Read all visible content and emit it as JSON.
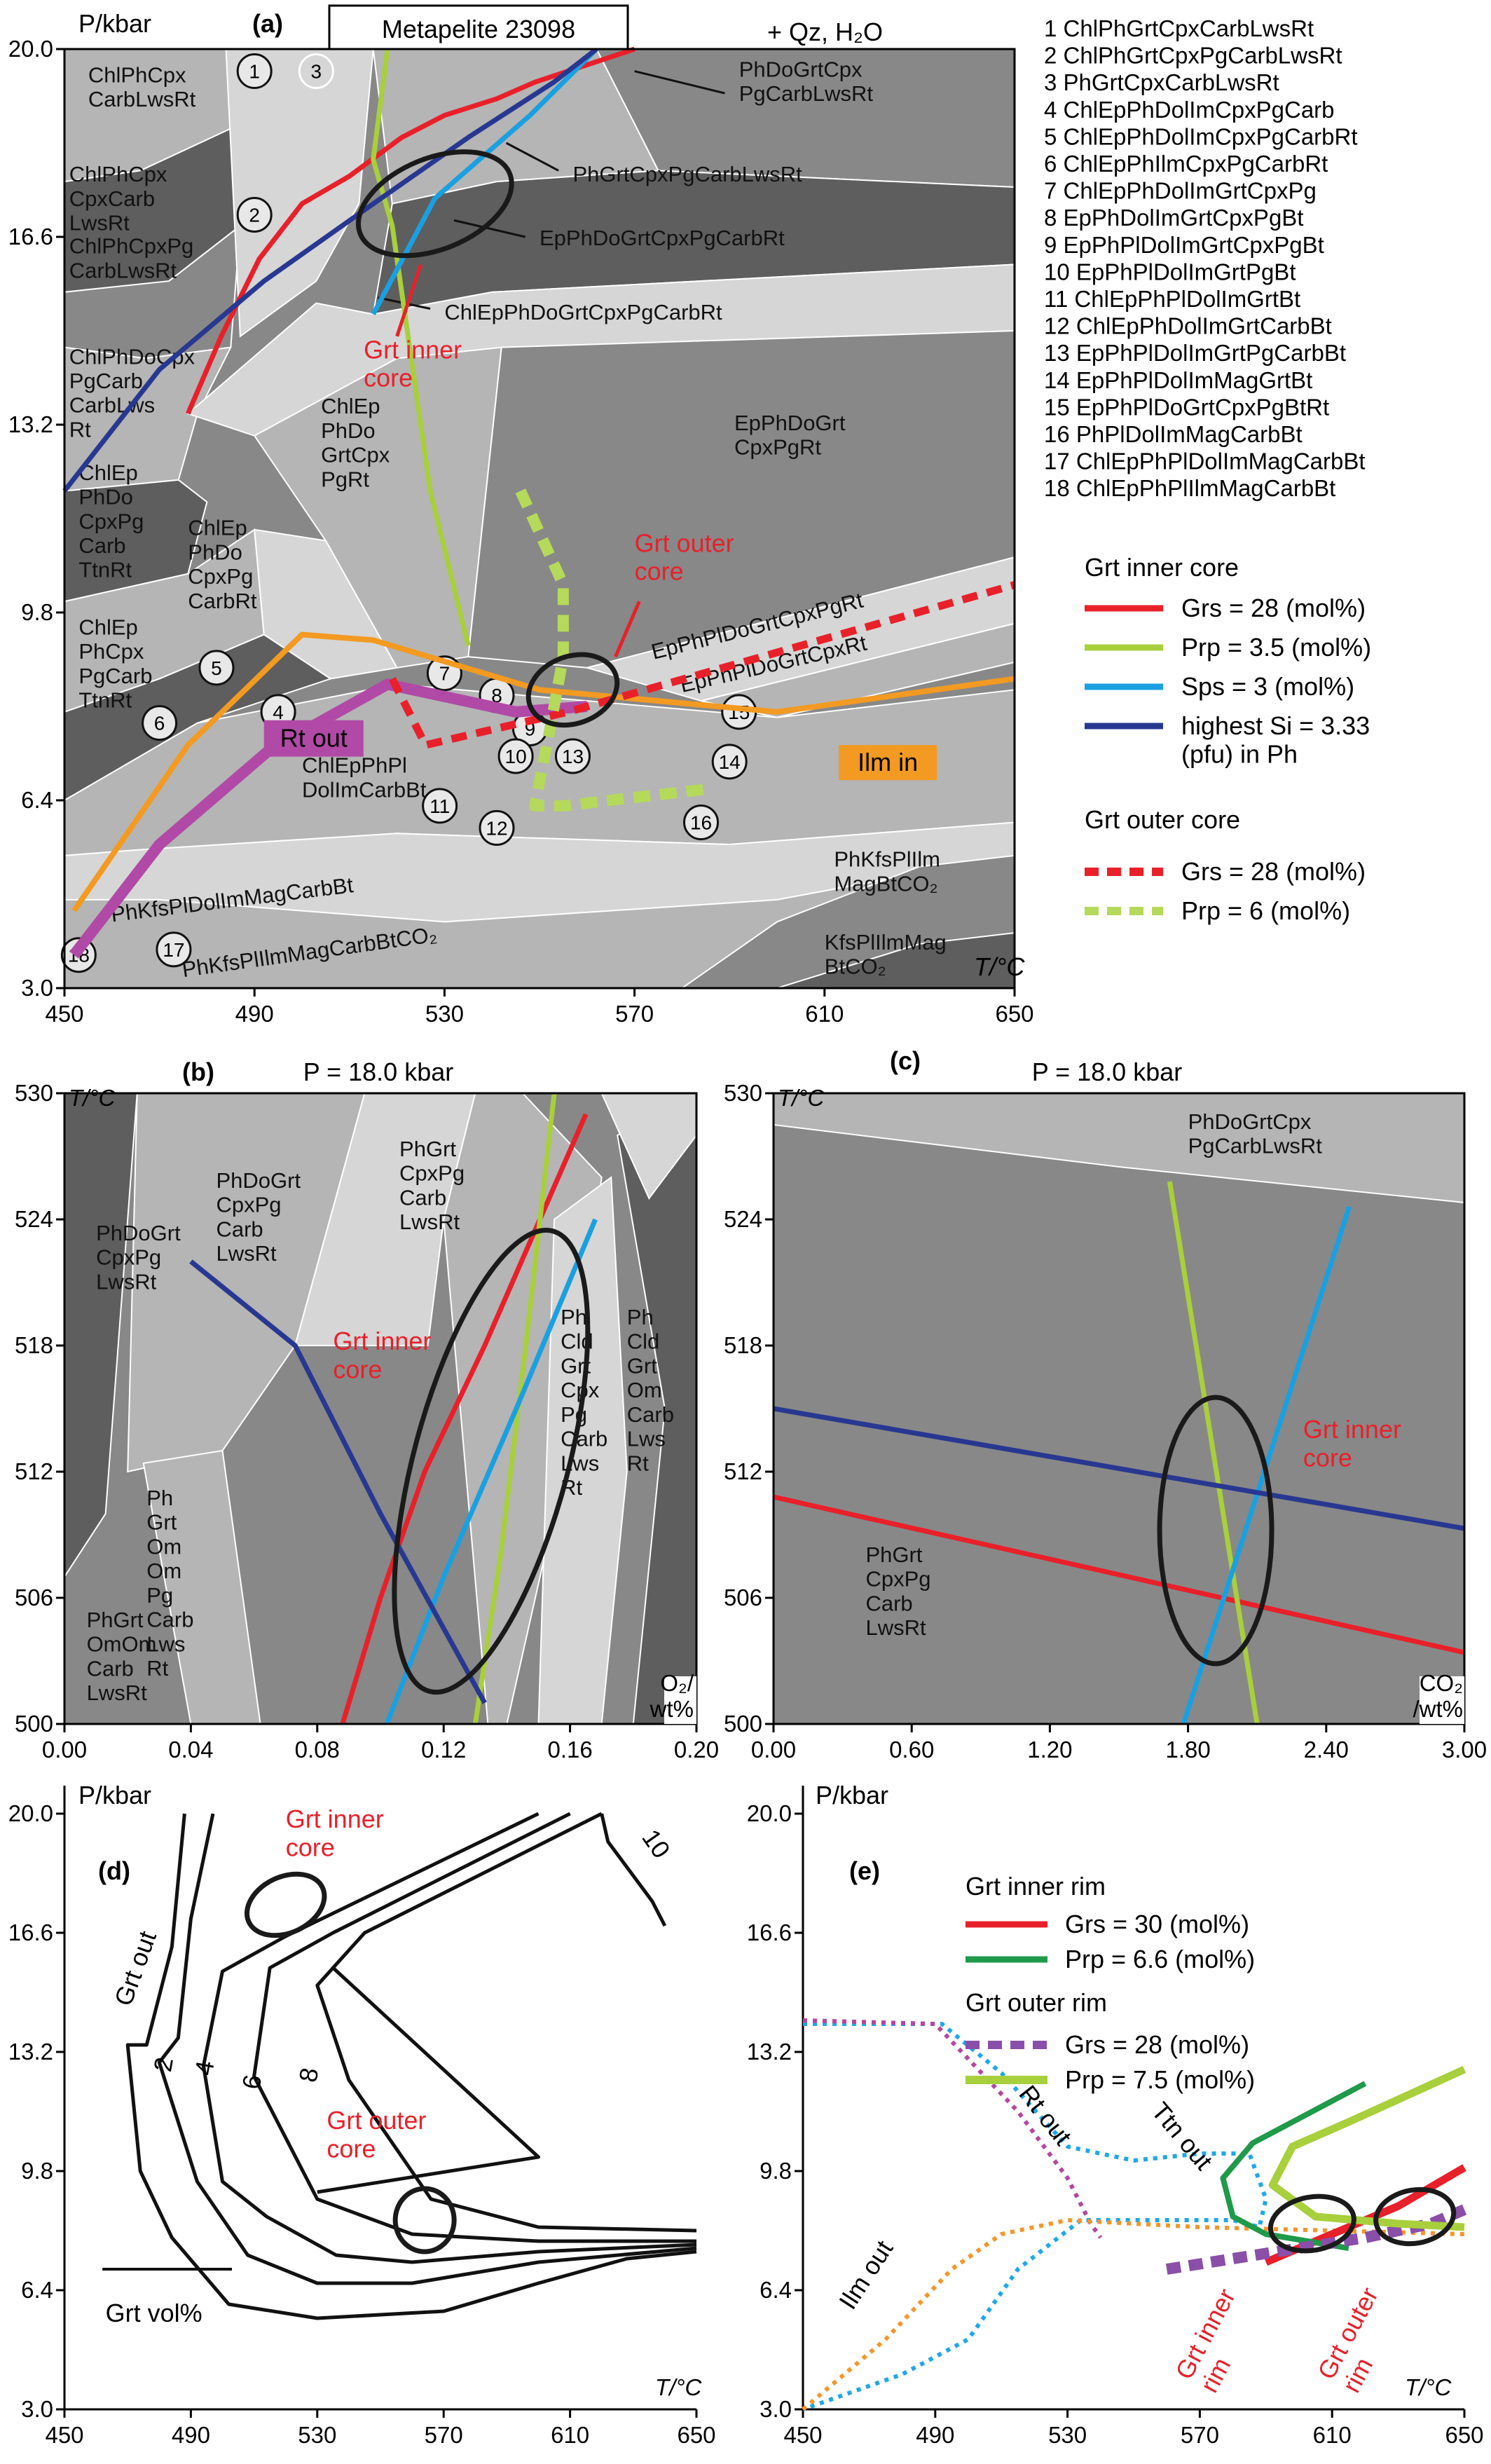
{
  "figure": {
    "panel_a": {
      "letter": "(a)",
      "title": "Metapelite 23098",
      "extra": "+ Qz, H₂O",
      "ylabel": "P/kbar",
      "xlabel": "T/°C",
      "xticks": [
        "450",
        "490",
        "530",
        "570",
        "610",
        "650"
      ],
      "yticks": [
        "3.0",
        "6.4",
        "9.8",
        "13.2",
        "16.6",
        "20.0"
      ],
      "fields": [
        "ChlPhCpx\nCarbLwsRt",
        "ChlPhCpx\nCpxCarb\nLwsRt",
        "ChlPhCpxPg\nCarbLwsRt",
        "ChlPhDoCpx\nPgCarb\nCarbLws\nRt",
        "ChlEp\nPhDo\nGrtCpx\nPgRt",
        "ChlEp\nPhDo\nCpxPg\nCarb\nTtnRt",
        "ChlEp\nPhDo\nCpxPg\nCarbRt",
        "ChlEp\nPhCpx\nPgCarb\nTtnRt",
        "EpPhDoGrt\nCpxPgRt",
        "ChlEpPhPl\nDolImCarbBt",
        "PhKfsPlIlm\nMagBtCO₂",
        "KfsPlIlmMag\nBtCO₂",
        "EpPhPlDoGrtCpxPgRt",
        "EpPhPlDoGrtCpxRt",
        "PhKfsPlDolImMagCarbBt",
        "PhKfsPlIlmMagCarbBtCO₂"
      ],
      "callouts": [
        "PhDoGrtCpx\nPgCarbLwsRt",
        "PhGrtCpxPgCarbLwsRt",
        "EpPhDoGrtCpxPgCarbRt",
        "ChlEpPhDoGrtCpxPgCarbRt"
      ],
      "annotations": {
        "inner": "Grt inner\ncore",
        "outer": "Grt outer\ncore",
        "rt_out": "Rt out",
        "ilm_in": "Ilm in"
      },
      "circled_numbers": [
        "1",
        "2",
        "3",
        "4",
        "5",
        "6",
        "7",
        "8",
        "9",
        "10",
        "11",
        "12",
        "13",
        "14",
        "15",
        "16",
        "17",
        "18"
      ],
      "assemblage_list": [
        "1  ChlPhGrtCpxCarbLwsRt",
        "2  ChlPhGrtCpxPgCarbLwsRt",
        "3  PhGrtCpxCarbLwsRt",
        "4  ChlEpPhDolImCpxPgCarb",
        "5  ChlEpPhDolImCpxPgCarbRt",
        "6  ChlEpPhIlmCpxPgCarbRt",
        "7  ChlEpPhDolImGrtCpxPg",
        "8  EpPhDolImGrtCpxPgBt",
        "9  EpPhPlDolImGrtCpxPgBt",
        "10 EpPhPlDolImGrtPgBt",
        "11 ChlEpPhPlDolImGrtBt",
        "12 ChlEpPhDolImGrtCarbBt",
        "13 EpPhPlDolImGrtPgCarbBt",
        "14 EpPhPlDolImMagGrtBt",
        "15 EpPhPlDoGrtCpxPgBtRt",
        "16 PhPlDolImMagCarbBt",
        "17 ChlEpPhPlDolImMagCarbBt",
        "18 ChlEpPhPlIlmMagCarbBt"
      ],
      "legend_inner_title": "Grt inner core",
      "legend_inner": [
        {
          "label": "Grs = 28 (mol%)",
          "color": "#e8202a"
        },
        {
          "label": "Prp = 3.5 (mol%)",
          "color": "#a8cf3c"
        },
        {
          "label": "Sps = 3 (mol%)",
          "color": "#1aa0e0"
        },
        {
          "label": "highest Si = 3.33\n(pfu) in Ph",
          "color": "#283891"
        }
      ],
      "legend_outer_title": "Grt outer core",
      "legend_outer": [
        {
          "label": "Grs = 28 (mol%)",
          "color": "#e8202a"
        },
        {
          "label": "Prp = 6 (mol%)",
          "color": "#b5d95a"
        }
      ]
    },
    "panel_b": {
      "letter": "(b)",
      "title": "P = 18.0 kbar",
      "ylabel": "T/°C",
      "xlabel": "O₂/\nwt%",
      "xticks": [
        "0.00",
        "0.04",
        "0.08",
        "0.12",
        "0.16",
        "0.20"
      ],
      "yticks": [
        "500",
        "506",
        "512",
        "518",
        "524",
        "530"
      ],
      "fields": [
        "PhDoGrt\nCpxPg\nLwsRt",
        "PhDoGrt\nCpxPg\nCarb\nLwsRt",
        "PhGrt\nCpxPg\nCarb\nLwsRt",
        "Ph\nGrt\nOm\nOm\nPg\nCarb\nLws\nRt",
        "PhGrt\nOmOm\nCarb\nLwsRt",
        "Ph\nCld\nGrt\nCpx\nPg\nCarb\nLws\nRt",
        "Ph\nCld\nGrt\nOm\nCarb\nLws\nRt"
      ],
      "annotation": "Grt inner\ncore"
    },
    "panel_c": {
      "letter": "(c)",
      "title": "P = 18.0 kbar",
      "ylabel": "T/°C",
      "xlabel": "CO₂\n/wt%",
      "xticks": [
        "0.00",
        "0.60",
        "1.20",
        "1.80",
        "2.40",
        "3.00"
      ],
      "yticks": [
        "500",
        "506",
        "512",
        "518",
        "524",
        "530"
      ],
      "fields": [
        "PhDoGrtCpx\nPgCarbLwsRt",
        "PhGrt\nCpxPg\nCarb\nLwsRt"
      ],
      "annotation": "Grt inner\ncore"
    },
    "panel_d": {
      "letter": "(d)",
      "ylabel": "P/kbar",
      "xlabel": "T/°C",
      "xticks": [
        "450",
        "490",
        "530",
        "570",
        "610",
        "650"
      ],
      "yticks": [
        "3.0",
        "6.4",
        "9.8",
        "13.2",
        "16.6",
        "20.0"
      ],
      "contour_labels": [
        "Grt out",
        "2",
        "4",
        "6",
        "8",
        "10"
      ],
      "scale_label": "Grt vol%",
      "annotations": {
        "inner": "Grt inner\ncore",
        "outer": "Grt outer\ncore"
      }
    },
    "panel_e": {
      "letter": "(e)",
      "ylabel": "P/kbar",
      "xlabel": "T/°C",
      "xticks": [
        "450",
        "490",
        "530",
        "570",
        "610",
        "650"
      ],
      "yticks": [
        "3.0",
        "6.4",
        "9.8",
        "13.2",
        "16.6",
        "20.0"
      ],
      "legend_inner_title": "Grt inner rim",
      "legend_inner": [
        {
          "label": "Grs = 30 (mol%)",
          "color": "#e8202a"
        },
        {
          "label": "Prp = 6.6 (mol%)",
          "color": "#1f9a4a"
        }
      ],
      "legend_outer_title": "Grt outer rim",
      "legend_outer": [
        {
          "label": "Grs = 28 (mol%)",
          "color": "#8a4fa8"
        },
        {
          "label": "Prp = 7.5 (mol%)",
          "color": "#a8cf3c"
        }
      ],
      "curve_labels": {
        "tt": "Ttn out",
        "rt": "Rt out",
        "ilm": "Ilm out",
        "inner": "Grt inner\nrim",
        "outer": "Grt outer\nrim"
      }
    }
  },
  "chart_data": [
    {
      "type": "line",
      "panel": "a",
      "title": "Metapelite 23098",
      "xlabel": "T/°C",
      "ylabel": "P/kbar",
      "xlim": [
        450,
        650
      ],
      "ylim": [
        3.0,
        20.0
      ],
      "series": [
        {
          "name": "Grs = 28 (mol%)",
          "x": [
            476,
            483,
            491,
            500,
            510,
            521,
            530,
            541,
            549,
            570
          ],
          "y": [
            13.4,
            14.8,
            16.2,
            17.2,
            17.7,
            18.4,
            18.8,
            19.1,
            19.4,
            20.0
          ]
        },
        {
          "name": "Prp = 3.5 (mol%)",
          "x": [
            518,
            515,
            519,
            527,
            535
          ],
          "y": [
            20.0,
            18.0,
            16.8,
            12.0,
            9.2
          ]
        },
        {
          "name": "Sps = 3 (mol%)",
          "x": [
            515,
            528,
            548,
            562
          ],
          "y": [
            15.2,
            17.3,
            18.8,
            20.0
          ]
        },
        {
          "name": "highest Si = 3.33 (pfu) in Ph",
          "x": [
            450,
            470,
            492,
            515,
            535,
            553,
            562
          ],
          "y": [
            12.0,
            14.2,
            15.8,
            17.2,
            18.4,
            19.4,
            20.0
          ]
        },
        {
          "name": "Grs = 28 (mol%) [outer]",
          "x": [
            519,
            526,
            556,
            650
          ],
          "y": [
            8.6,
            7.4,
            8.0,
            10.3
          ]
        },
        {
          "name": "Prp = 6 (mol%) [outer]",
          "x": [
            546,
            555,
            555,
            552,
            549,
            555,
            585
          ],
          "y": [
            12.0,
            10.3,
            9.0,
            7.6,
            6.3,
            6.3,
            6.6
          ]
        }
      ]
    },
    {
      "type": "line",
      "panel": "b",
      "title": "P = 18.0 kbar",
      "xlabel": "O₂/wt%",
      "ylabel": "T/°C",
      "xlim": [
        0.0,
        0.2
      ],
      "ylim": [
        500,
        530
      ],
      "series": [
        {
          "name": "Grs = 28 (mol%)",
          "x": [
            0.088,
            0.1,
            0.114,
            0.133,
            0.165
          ],
          "y": [
            500,
            506,
            512,
            518,
            529
          ]
        },
        {
          "name": "Prp = 3.5 (mol%)",
          "x": [
            0.13,
            0.138,
            0.146,
            0.155
          ],
          "y": [
            500,
            508,
            518,
            530
          ]
        },
        {
          "name": "Sps = 3 (mol%)",
          "x": [
            0.102,
            0.12,
            0.143,
            0.168
          ],
          "y": [
            500,
            507,
            515,
            524
          ]
        },
        {
          "name": "highest Si = 3.33 (pfu) in Ph",
          "x": [
            0.04,
            0.073,
            0.1,
            0.133
          ],
          "y": [
            522,
            518,
            510,
            501
          ]
        }
      ]
    },
    {
      "type": "line",
      "panel": "c",
      "title": "P = 18.0 kbar",
      "xlabel": "CO₂/wt%",
      "ylabel": "T/°C",
      "xlim": [
        0.0,
        3.0
      ],
      "ylim": [
        500,
        530
      ],
      "series": [
        {
          "name": "Grs = 28 (mol%)",
          "x": [
            0.0,
            3.0
          ],
          "y": [
            510.8,
            503.4
          ]
        },
        {
          "name": "Prp = 3.5 (mol%)",
          "x": [
            1.72,
            2.1
          ],
          "y": [
            525.8,
            500
          ]
        },
        {
          "name": "Sps = 3 (mol%)",
          "x": [
            1.78,
            2.5
          ],
          "y": [
            500,
            524.6
          ]
        },
        {
          "name": "highest Si = 3.33 (pfu) in Ph",
          "x": [
            0.0,
            3.0
          ],
          "y": [
            515.0,
            509.3
          ]
        }
      ]
    },
    {
      "type": "line",
      "panel": "d",
      "xlabel": "T/°C",
      "ylabel": "P/kbar",
      "xlim": [
        450,
        650
      ],
      "ylim": [
        3.0,
        20.0
      ],
      "series": [
        {
          "name": "Grt out",
          "x": [
            488,
            484,
            476,
            470,
            474,
            484,
            502,
            530,
            570,
            600,
            628,
            650
          ],
          "y": [
            20.0,
            16.2,
            13.4,
            13.4,
            9.8,
            7.9,
            6.0,
            5.6,
            5.8,
            6.6,
            7.3,
            7.5
          ]
        },
        {
          "name": "2",
          "x": [
            497,
            490,
            486,
            480,
            492,
            508,
            530,
            560,
            600,
            650
          ],
          "y": [
            20.0,
            17.0,
            13.6,
            12.9,
            9.5,
            7.4,
            6.6,
            6.6,
            7.2,
            7.6
          ]
        },
        {
          "name": "4",
          "x": [
            600,
            520,
            500,
            494,
            500,
            514,
            536,
            560,
            600,
            650
          ],
          "y": [
            20.0,
            16.5,
            15.5,
            12.8,
            9.5,
            8.5,
            7.4,
            7.2,
            7.5,
            7.7
          ]
        },
        {
          "name": "6",
          "x": [
            610,
            535,
            515,
            510,
            530,
            560,
            600,
            650
          ],
          "y": [
            20.0,
            16.6,
            15.6,
            12.5,
            9.0,
            8.0,
            7.8,
            7.8
          ]
        },
        {
          "name": "8",
          "x": [
            620,
            545,
            530,
            540,
            566,
            600,
            650
          ],
          "y": [
            20.0,
            16.6,
            15.1,
            12.4,
            9.0,
            8.2,
            8.1
          ]
        },
        {
          "name": "10",
          "x": [
            620,
            622,
            636,
            640
          ],
          "y": [
            20.0,
            19.2,
            17.5,
            16.8
          ]
        }
      ]
    },
    {
      "type": "line",
      "panel": "e",
      "xlabel": "T/°C",
      "ylabel": "P/kbar",
      "xlim": [
        450,
        650
      ],
      "ylim": [
        3.0,
        20.0
      ],
      "series": [
        {
          "name": "Ttn out",
          "x": [
            450,
            492,
            510,
            530,
            550,
            570,
            585,
            590,
            588,
            580,
            552,
            534,
            515,
            500,
            480,
            450
          ],
          "y": [
            14.0,
            14.0,
            12.6,
            10.5,
            10.1,
            10.3,
            10.3,
            9.0,
            8.2,
            8.4,
            8.4,
            8.4,
            7.0,
            5.0,
            4.0,
            3.0
          ]
        },
        {
          "name": "Rt out",
          "x": [
            450,
            490,
            515,
            530,
            537,
            540
          ],
          "y": [
            14.1,
            14.0,
            11.5,
            9.6,
            8.3,
            7.9
          ]
        },
        {
          "name": "Ilm out",
          "x": [
            450,
            475,
            495,
            510,
            530,
            570,
            610,
            650
          ],
          "y": [
            3.0,
            5.0,
            7.0,
            8.0,
            8.4,
            8.2,
            8.1,
            8.0
          ]
        },
        {
          "name": "Grs = 30 (mol%)",
          "x": [
            590,
            610,
            630,
            650
          ],
          "y": [
            7.2,
            8.0,
            8.8,
            9.9
          ]
        },
        {
          "name": "Prp = 6.6 (mol%)",
          "x": [
            615,
            590,
            580,
            577,
            586,
            604,
            620
          ],
          "y": [
            7.6,
            8.0,
            8.5,
            9.6,
            10.6,
            11.5,
            12.3
          ]
        },
        {
          "name": "Grs = 28 (mol%)",
          "x": [
            560,
            580,
            600,
            620,
            640,
            650
          ],
          "y": [
            7.0,
            7.3,
            7.6,
            7.9,
            8.3,
            8.7
          ]
        },
        {
          "name": "Prp = 7.5 (mol%)",
          "x": [
            650,
            630,
            605,
            592,
            598,
            615,
            650
          ],
          "y": [
            8.2,
            8.3,
            8.5,
            9.4,
            10.5,
            11.2,
            12.7
          ]
        }
      ]
    }
  ]
}
